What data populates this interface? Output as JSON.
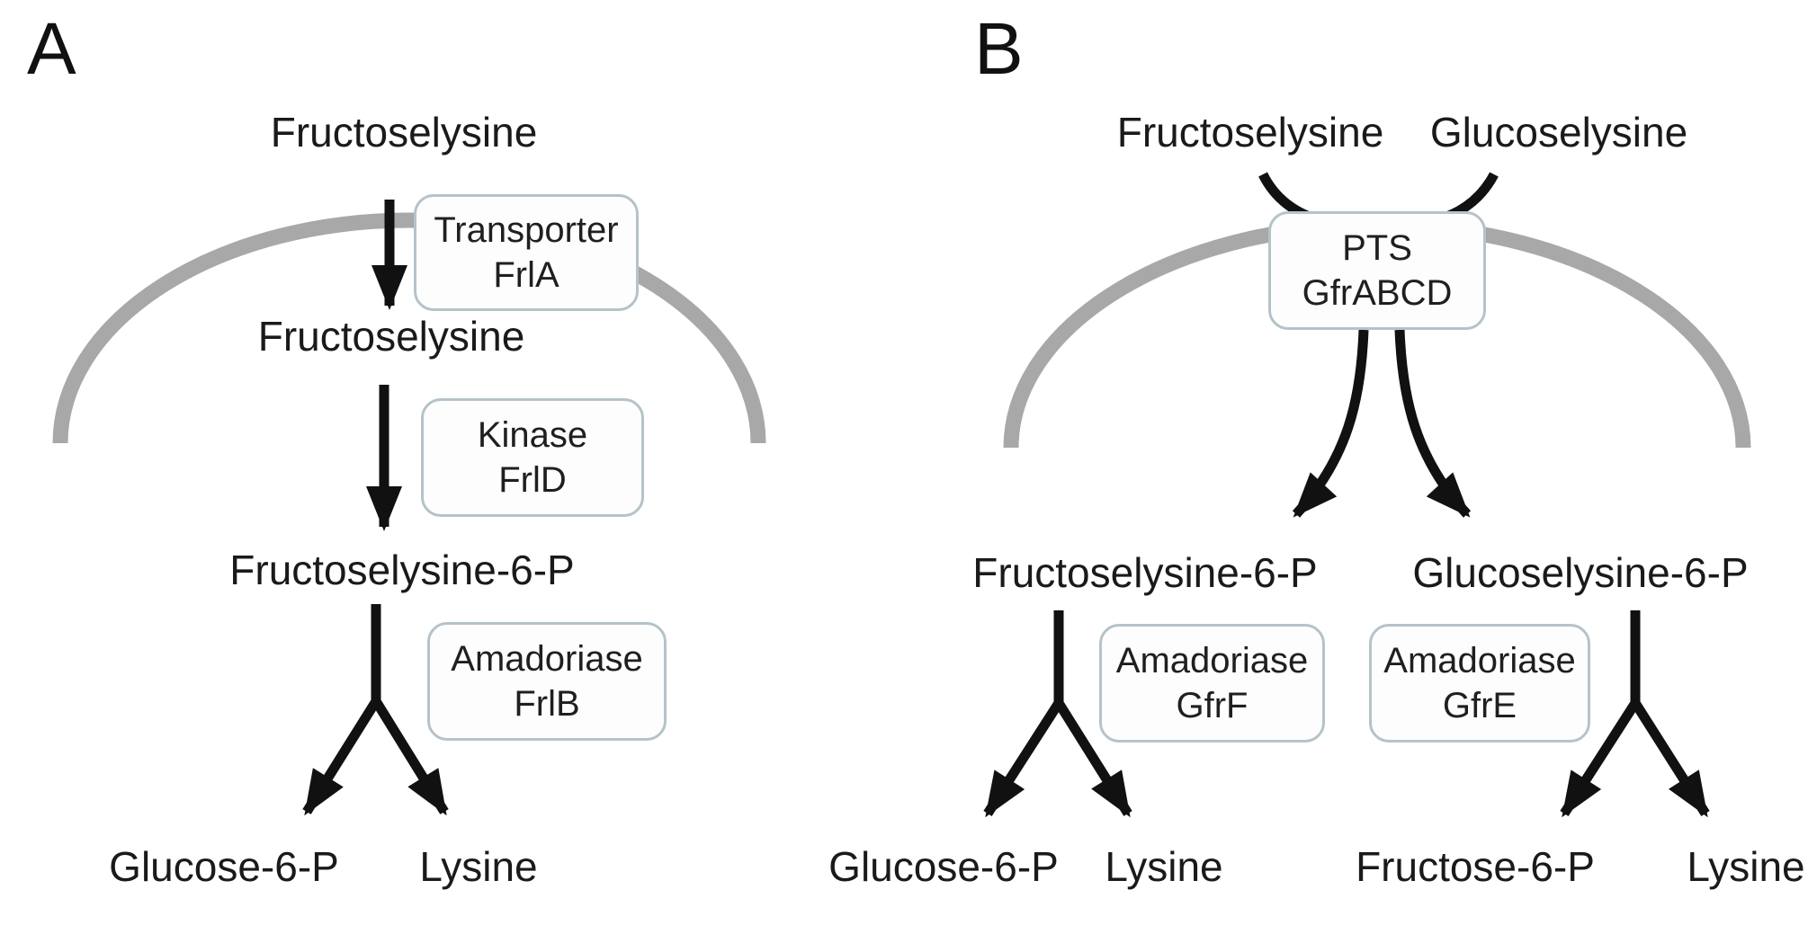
{
  "figure": {
    "background_color": "#ffffff",
    "text_color": "#1a1a1a",
    "membrane_color": "#a8a8a8",
    "arrow_color": "#111111",
    "box_border_color": "#b5c3c9"
  },
  "panel_a": {
    "label": "A",
    "substrate_outside": "Fructoselysine",
    "substrate_inside": "Fructoselysine",
    "intermediate": "Fructoselysine-6-P",
    "boxes": {
      "transporter": {
        "line1": "Transporter",
        "line2": "FrlA"
      },
      "kinase": {
        "line1": "Kinase",
        "line2": "FrlD"
      },
      "amadoriase": {
        "line1": "Amadoriase",
        "line2": "FrlB"
      }
    },
    "products": {
      "left": "Glucose-6-P",
      "right": "Lysine"
    }
  },
  "panel_b": {
    "label": "B",
    "substrates": {
      "left": "Fructoselysine",
      "right": "Glucoselysine"
    },
    "boxes": {
      "pts": {
        "line1": "PTS",
        "line2": "GfrABCD"
      },
      "amadoriase_gfrf": {
        "line1": "Amadoriase",
        "line2": "GfrF"
      },
      "amadoriase_gfre": {
        "line1": "Amadoriase",
        "line2": "GfrE"
      }
    },
    "intermediates": {
      "left": "Fructoselysine-6-P",
      "right": "Glucoselysine-6-P"
    },
    "products": {
      "far_left": "Glucose-6-P",
      "left": "Lysine",
      "right": "Fructose-6-P",
      "far_right": "Lysine"
    }
  }
}
